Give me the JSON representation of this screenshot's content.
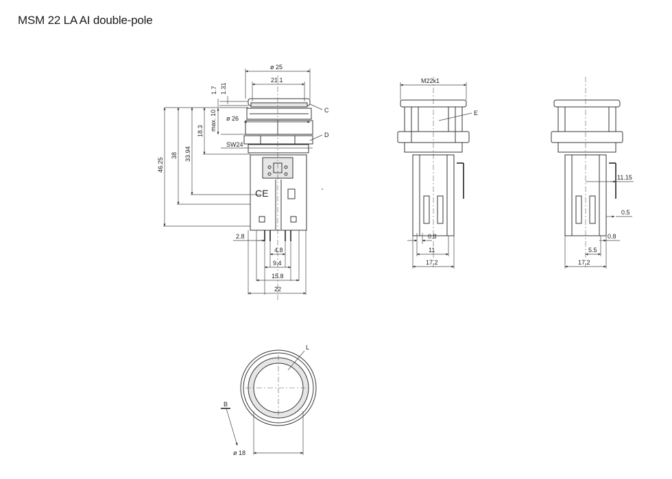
{
  "title": "MSM 22 LA AI double-pole",
  "front_view": {
    "dims": {
      "d25": "ø 25",
      "d21_1": "21.1",
      "d1_31": "1.31",
      "d1_7": "1.7",
      "max10": "max. 10",
      "d26": "ø 26",
      "sw24": "SW24",
      "d18_3": "18.3",
      "d33_94": "33.94",
      "d38": "38",
      "d46_25": "46.25",
      "d2_8": "2.8",
      "d4_8": "4.8",
      "d9_4": "9.4",
      "d15_8": "15.8",
      "d22": "22"
    },
    "callouts": {
      "c": "C",
      "d": "D"
    }
  },
  "side_view": {
    "dims": {
      "m22": "M22x1",
      "d0_8": "0.8",
      "d11": "11",
      "d17_2": "17.2"
    },
    "callouts": {
      "e": "E"
    }
  },
  "rear_view": {
    "dims": {
      "d11_15": "11.15",
      "d0_5": "0.5",
      "d5_5": "5.5",
      "d0_8": "0.8",
      "d17_2": "17.2"
    }
  },
  "top_view": {
    "dims": {
      "d18": "ø 18"
    },
    "callouts": {
      "l": "L",
      "b": "B"
    }
  }
}
